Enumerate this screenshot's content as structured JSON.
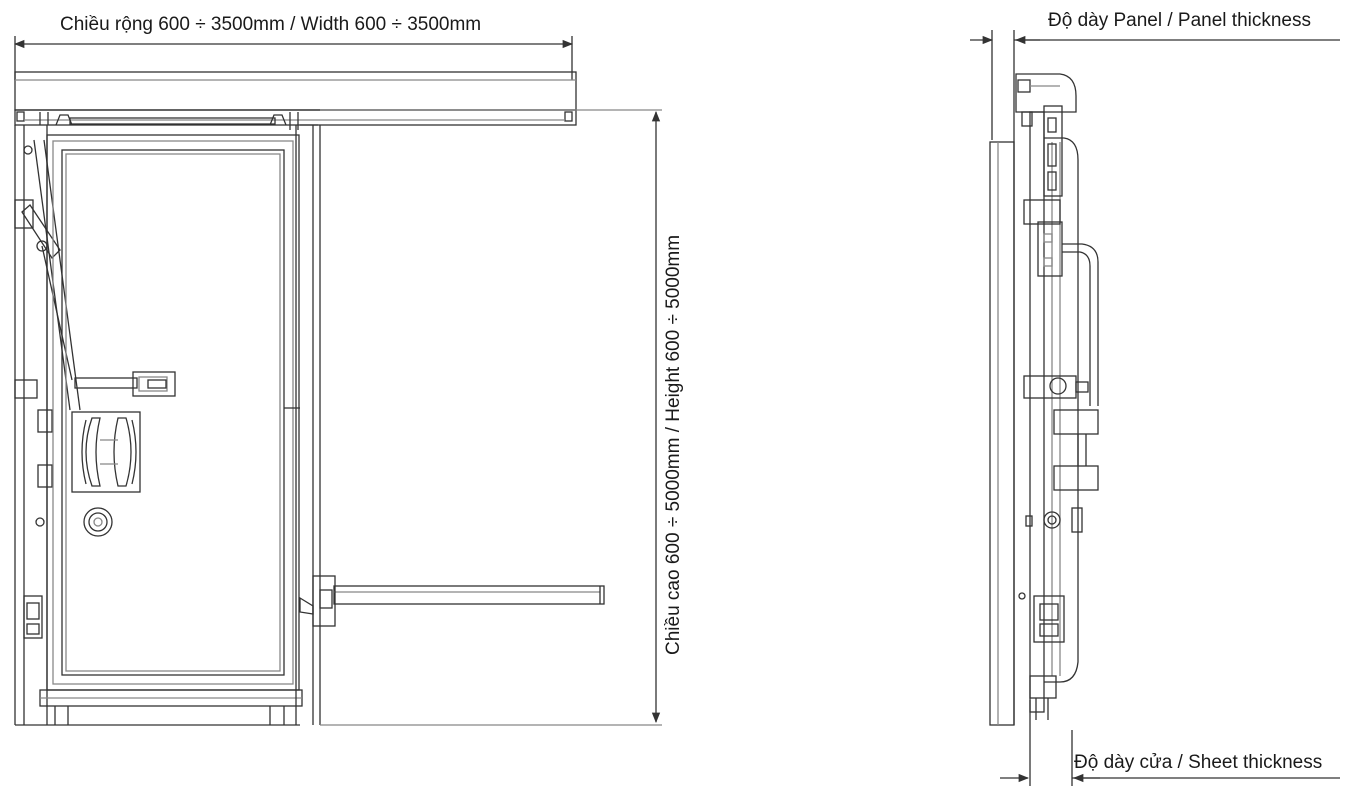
{
  "labels": {
    "width": "Chiều rộng 600 ÷ 3500mm / Width 600 ÷ 3500mm",
    "height": "Chiều cao 600 ÷ 5000mm / Height  600 ÷ 5000mm",
    "panel_thickness": "Độ dày Panel / Panel thickness",
    "sheet_thickness": "Độ dày cửa / Sheet thickness"
  },
  "colors": {
    "line": "#333333",
    "stroke_light": "#888888",
    "background": "#ffffff"
  }
}
